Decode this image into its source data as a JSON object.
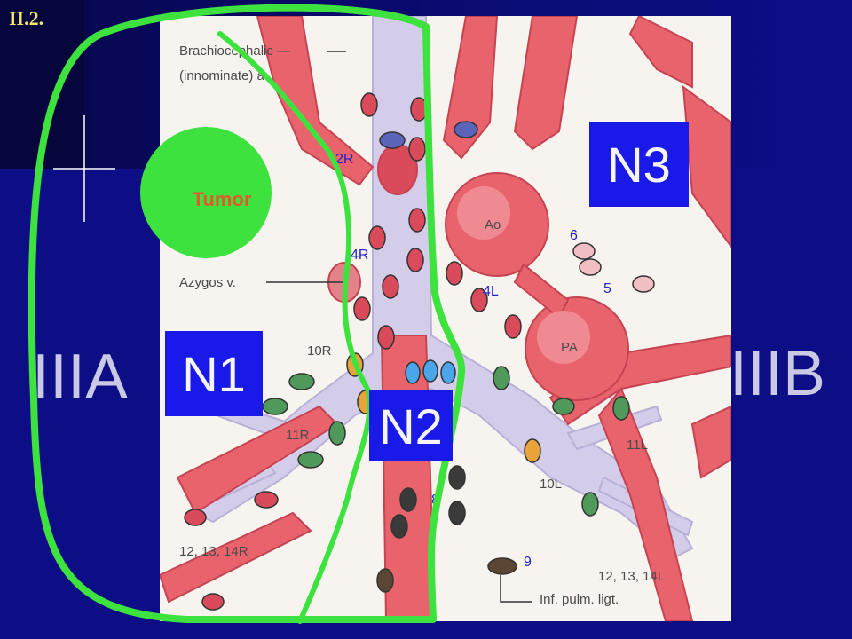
{
  "slide": {
    "number": "II.2.",
    "left_stage": "IIIA",
    "right_stage": "IIIB",
    "boxes": {
      "n1": "N1",
      "n2": "N2",
      "n3": "N3"
    },
    "tumor": "Tumor"
  },
  "figure": {
    "labels": {
      "brachio_line1": "Brachiocephalic —",
      "brachio_line2": "(innominate) a.",
      "azygos": "Azygos v.",
      "ao": "Ao",
      "pa": "PA",
      "n10r": "10R",
      "n11r": "11R",
      "n12r": "12, 13, 14R",
      "n11l": "11L",
      "n10l": "10L",
      "n12l": "12, 13, 14L",
      "inf_pulm": "Inf. pulm. ligt."
    },
    "station_numbers": {
      "s2r": "2R",
      "s4r": "4R",
      "s4l": "4L",
      "s6": "6",
      "s5": "5",
      "s8": "8",
      "s9": "9"
    }
  },
  "colors": {
    "background": "#0b0b6e",
    "outline_green": "#3ee23e",
    "tumor_green": "#3ee23e",
    "box_blue": "#1a1ae8",
    "vessel_red": "#e9636d",
    "airway_lilac": "#d4cdea",
    "station_blue_text": "#2323c8"
  }
}
